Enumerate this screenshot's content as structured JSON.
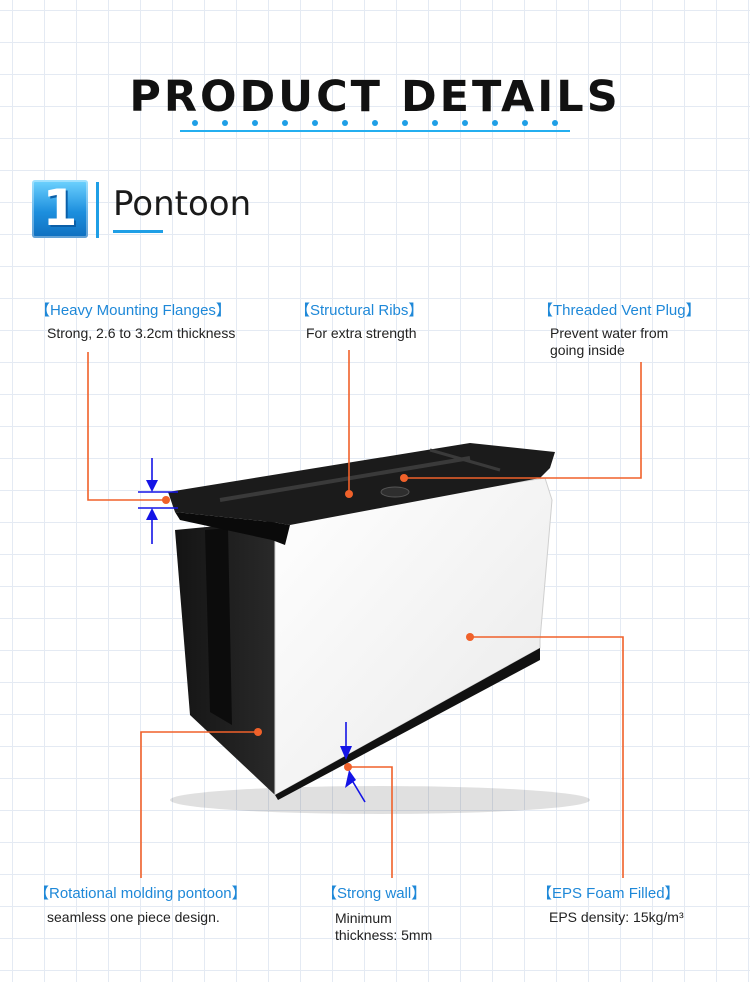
{
  "header": {
    "title": "PRODUCT DETAILS"
  },
  "section": {
    "number": "1",
    "title": "Pontoon"
  },
  "colors": {
    "accent_blue": "#1f9fe6",
    "callout_orange": "#f0612a",
    "arrow_blue": "#1414e6",
    "grid": "#e4eaf3"
  },
  "callouts": {
    "heavy_flanges": {
      "label": "【Heavy Mounting Flanges】",
      "desc": "Strong, 2.6 to 3.2cm thickness"
    },
    "structural_ribs": {
      "label": "【Structural Ribs】",
      "desc": "For extra strength"
    },
    "vent_plug": {
      "label": "【Threaded Vent Plug】",
      "desc_line1": "Prevent water from",
      "desc_line2": "going inside"
    },
    "rotational": {
      "label": "【Rotational molding pontoon】",
      "desc": "seamless one piece design."
    },
    "strong_wall": {
      "label": "【Strong wall】",
      "desc_line1": "Minimum",
      "desc_line2": "thickness: 5mm"
    },
    "eps_foam": {
      "label": "【EPS Foam Filled】",
      "desc": "EPS density: 15kg/m³"
    }
  }
}
